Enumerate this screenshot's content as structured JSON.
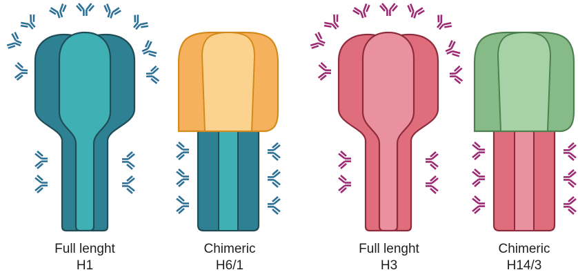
{
  "panels": [
    {
      "title": "Full lenght",
      "subtitle": "H1",
      "head_colors": {
        "outer": "#2e8193",
        "inner": "#3fb1b5",
        "stroke": "#1f4c57"
      },
      "stem_colors": {
        "outer": "#2e8193",
        "inner": "#3fb1b5",
        "stroke": "#1f4c57"
      },
      "antibody_color": "#2c6f97",
      "antibodies_on_head": true,
      "antibodies_on_stem": true
    },
    {
      "title": "Chimeric",
      "subtitle": "H6/1",
      "head_colors": {
        "outer": "#f6b15c",
        "inner": "#fbd38f",
        "stroke": "#d38a1b"
      },
      "stem_colors": {
        "outer": "#2e8193",
        "inner": "#3fb1b5",
        "stroke": "#1f4c57"
      },
      "antibody_color": "#2c6f97",
      "antibodies_on_head": false,
      "antibodies_on_stem": true
    },
    {
      "title": "Full lenght",
      "subtitle": "H3",
      "head_colors": {
        "outer": "#df6d7c",
        "inner": "#ea919f",
        "stroke": "#8e2c3d"
      },
      "stem_colors": {
        "outer": "#df6d7c",
        "inner": "#ea919f",
        "stroke": "#8e2c3d"
      },
      "antibody_color": "#9b2a73",
      "antibodies_on_head": true,
      "antibodies_on_stem": true
    },
    {
      "title": "Chimeric",
      "subtitle": "H14/3",
      "head_colors": {
        "outer": "#86bb87",
        "inner": "#a7d2a7",
        "stroke": "#4d7f4f"
      },
      "stem_colors": {
        "outer": "#df6d7c",
        "inner": "#ea919f",
        "stroke": "#8e2c3d"
      },
      "antibody_color": "#9b2a73",
      "antibodies_on_head": false,
      "antibodies_on_stem": true
    }
  ]
}
